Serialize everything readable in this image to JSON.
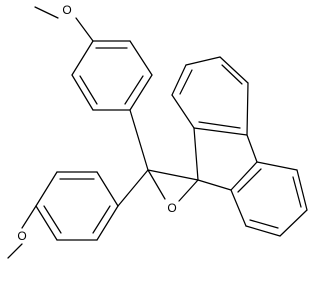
{
  "structure": {
    "atoms": {
      "epoxide_oxygen": "O",
      "methoxy_oxygen_upper": "O",
      "methoxy_oxygen_lower": "O"
    },
    "colors": {
      "bond": "#000000",
      "background": "#ffffff"
    }
  }
}
